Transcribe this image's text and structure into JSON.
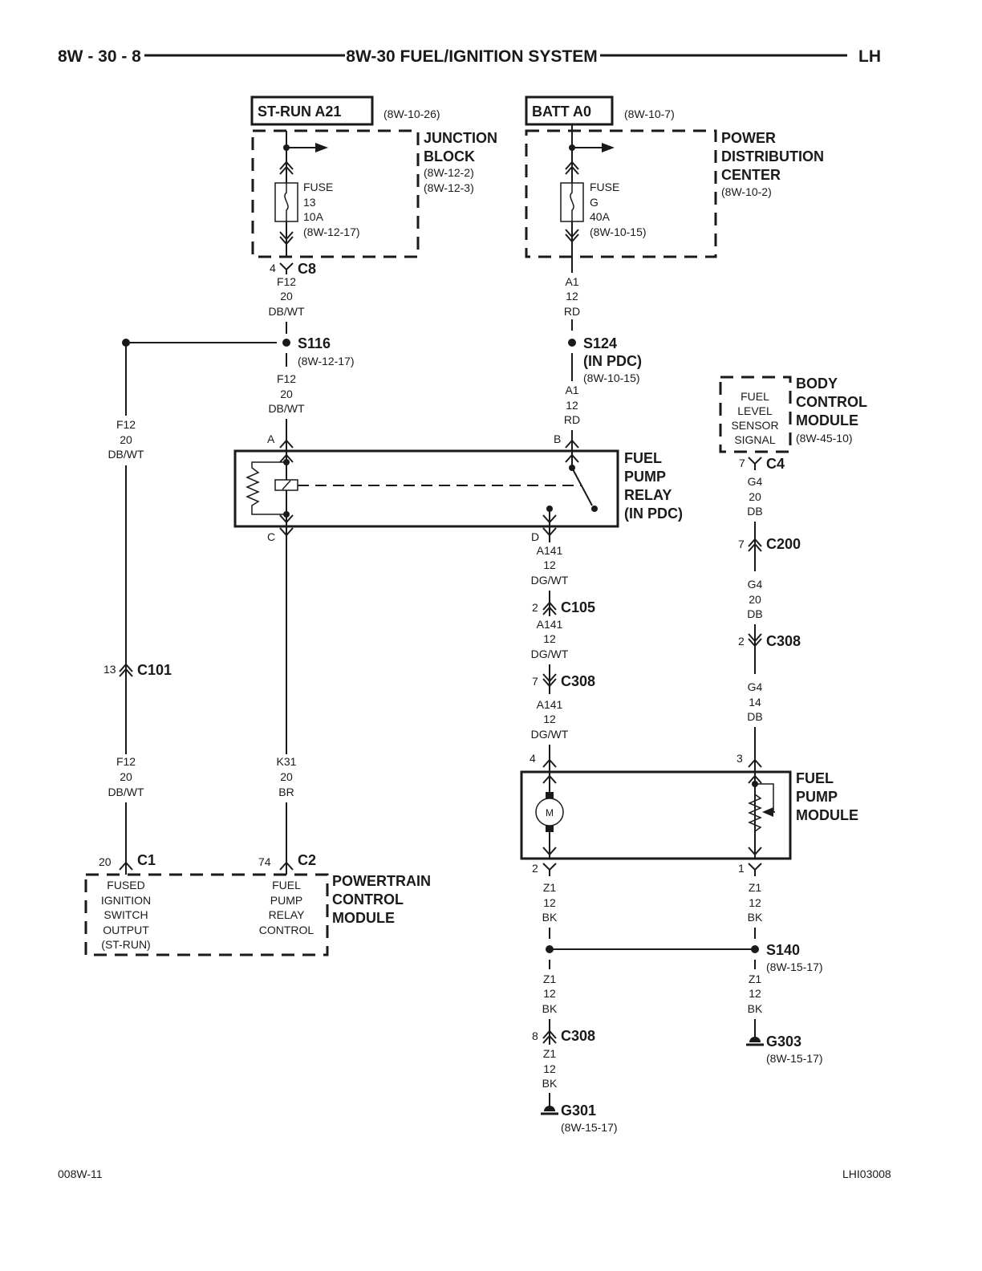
{
  "header": {
    "page": "8W - 30 - 8",
    "title": "8W-30 FUEL/IGNITION SYSTEM",
    "side": "LH"
  },
  "footer": {
    "left": "008W-11",
    "right": "LHI03008"
  },
  "sources": {
    "st_run": "ST-RUN A21",
    "st_run_ref": "(8W-10-26)",
    "batt": "BATT A0",
    "batt_ref": "(8W-10-7)"
  },
  "junction_block": {
    "name": [
      "JUNCTION",
      "BLOCK"
    ],
    "refs": [
      "(8W-12-2)",
      "(8W-12-3)"
    ],
    "fuse": [
      "FUSE",
      "13",
      "10A",
      "(8W-12-17)"
    ]
  },
  "pdc": {
    "name": [
      "POWER",
      "DISTRIBUTION",
      "CENTER"
    ],
    "ref": "(8W-10-2)",
    "fuse": [
      "FUSE",
      "G",
      "40A",
      "(8W-10-15)"
    ]
  },
  "connectors": {
    "c8": {
      "pin": "4",
      "name": "C8"
    },
    "c101": {
      "pin": "13",
      "name": "C101"
    },
    "c1": {
      "pin": "20",
      "name": "C1"
    },
    "c2": {
      "pin": "74",
      "name": "C2"
    },
    "c105": {
      "pin": "2",
      "name": "C105"
    },
    "c308a": {
      "pin": "7",
      "name": "C308"
    },
    "c308b": {
      "pin": "8",
      "name": "C308"
    },
    "c308c": {
      "pin": "2",
      "name": "C308"
    },
    "c4": {
      "pin": "7",
      "name": "C4"
    },
    "c200": {
      "pin": "7",
      "name": "C200"
    }
  },
  "splices": {
    "s116": {
      "name": "S116",
      "ref": "(8W-12-17)"
    },
    "s124": {
      "name": "S124",
      "sub": "(IN PDC)",
      "ref": "(8W-10-15)"
    },
    "s140": {
      "name": "S140",
      "ref": "(8W-15-17)"
    }
  },
  "grounds": {
    "g301": {
      "name": "G301",
      "ref": "(8W-15-17)"
    },
    "g303": {
      "name": "G303",
      "ref": "(8W-15-17)"
    }
  },
  "wires": {
    "f12_a": [
      "F12",
      "20",
      "DB/WT"
    ],
    "f12_b": [
      "F12",
      "20",
      "DB/WT"
    ],
    "f12_c": [
      "F12",
      "20",
      "DB/WT"
    ],
    "f12_d": [
      "F12",
      "20",
      "DB/WT"
    ],
    "a1_a": [
      "A1",
      "12",
      "RD"
    ],
    "a1_b": [
      "A1",
      "12",
      "RD"
    ],
    "k31": [
      "K31",
      "20",
      "BR"
    ],
    "a141_a": [
      "A141",
      "12",
      "DG/WT"
    ],
    "a141_b": [
      "A141",
      "12",
      "DG/WT"
    ],
    "a141_c": [
      "A141",
      "12",
      "DG/WT"
    ],
    "g4_a": [
      "G4",
      "20",
      "DB"
    ],
    "g4_b": [
      "G4",
      "20",
      "DB"
    ],
    "g4_c": [
      "G4",
      "14",
      "DB"
    ],
    "z1_a": [
      "Z1",
      "12",
      "BK"
    ],
    "z1_b": [
      "Z1",
      "12",
      "BK"
    ],
    "z1_c": [
      "Z1",
      "12",
      "BK"
    ],
    "z1_d": [
      "Z1",
      "12",
      "BK"
    ],
    "z1_e": [
      "Z1",
      "12",
      "BK"
    ]
  },
  "relay": {
    "name": [
      "FUEL",
      "PUMP",
      "RELAY",
      "(IN PDC)"
    ],
    "pins": {
      "a": "A",
      "b": "B",
      "c": "C",
      "d": "D"
    }
  },
  "bcm": {
    "name": [
      "BODY",
      "CONTROL",
      "MODULE"
    ],
    "ref": "(8W-45-10)",
    "circuit": [
      "FUEL",
      "LEVEL",
      "SENSOR",
      "SIGNAL"
    ]
  },
  "pump_module": {
    "name": [
      "FUEL",
      "PUMP",
      "MODULE"
    ],
    "motor": "M",
    "pins": {
      "p4": "4",
      "p3": "3",
      "p2": "2",
      "p1": "1"
    }
  },
  "pcm": {
    "name": [
      "POWERTRAIN",
      "CONTROL",
      "MODULE"
    ],
    "left": [
      "FUSED",
      "IGNITION",
      "SWITCH",
      "OUTPUT",
      "(ST-RUN)"
    ],
    "right": [
      "FUEL",
      "PUMP",
      "RELAY",
      "CONTROL"
    ]
  }
}
